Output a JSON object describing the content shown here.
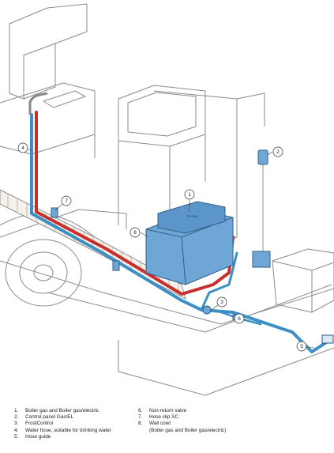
{
  "callouts": [
    "1",
    "2",
    "3",
    "4",
    "5",
    "6",
    "7",
    "8"
  ],
  "legend": {
    "col1": [
      {
        "num": "1.",
        "text": "Boiler gas and Boiler gas/electric"
      },
      {
        "num": "2.",
        "text": "Control panel Gas/EL"
      },
      {
        "num": "3.",
        "text": "FrostControl"
      },
      {
        "num": "4.",
        "text": "Water hose, suitable for drinking water"
      },
      {
        "num": "5.",
        "text": "Hose guide"
      }
    ],
    "col2": [
      {
        "num": "6.",
        "text": "Non-return valve"
      },
      {
        "num": "7.",
        "text": "Hose clip SC"
      },
      {
        "num": "8.",
        "text": "Wall cowl"
      },
      {
        "num": "",
        "text": "(Boiler gas and Boiler gas/electric)"
      }
    ]
  },
  "colors": {
    "hot_water": "#c8302d",
    "cold_water": "#3c8fc4",
    "boiler_body": "#6ea6d6",
    "outline": "#555555"
  },
  "icons": [
    "boiler-unit",
    "control-panel-icon",
    "frostcontrol-valve-icon",
    "hose-guide-icon",
    "wall-cowl-icon"
  ]
}
